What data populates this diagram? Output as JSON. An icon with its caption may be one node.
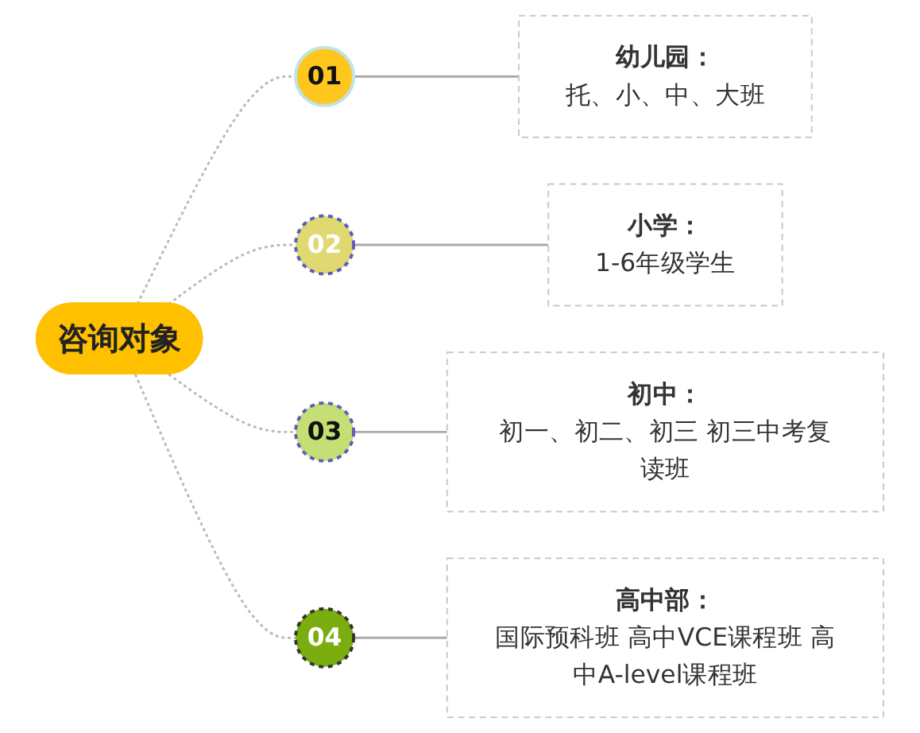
{
  "diagram": {
    "nodes": [
      {
        "text": [
          "咨询对象"
        ]
      },
      {
        "text": [
          "01"
        ]
      },
      {
        "text": [
          "幼儿园：",
          "托、小、中、大班"
        ]
      },
      {
        "text": [
          "02"
        ]
      },
      {
        "text": [
          "小学：",
          "1-6年级学生"
        ]
      },
      {
        "text": [
          "03"
        ]
      },
      {
        "text": [
          "初中：",
          "初一、初二、初三 初三中考复读班"
        ]
      },
      {
        "text": [
          "04"
        ]
      },
      {
        "text": [
          "高中部：",
          "国际预科班 高中VCE课程班 高中A-level课程班"
        ]
      }
    ],
    "edges": [
      {
        "from": 0,
        "to": 1,
        "arrow": "none",
        "style": "dashed"
      },
      {
        "from": 1,
        "to": 2,
        "arrow": "none"
      },
      {
        "from": 0,
        "to": 3,
        "arrow": "none",
        "style": "dashed"
      },
      {
        "from": 3,
        "to": 4,
        "arrow": "none"
      },
      {
        "from": 0,
        "to": 5,
        "arrow": "none",
        "style": "dashed"
      },
      {
        "from": 5,
        "to": 6,
        "arrow": "none"
      },
      {
        "from": 0,
        "to": 7,
        "arrow": "none",
        "style": "dashed"
      },
      {
        "from": 7,
        "to": 8,
        "arrow": "none"
      }
    ]
  }
}
